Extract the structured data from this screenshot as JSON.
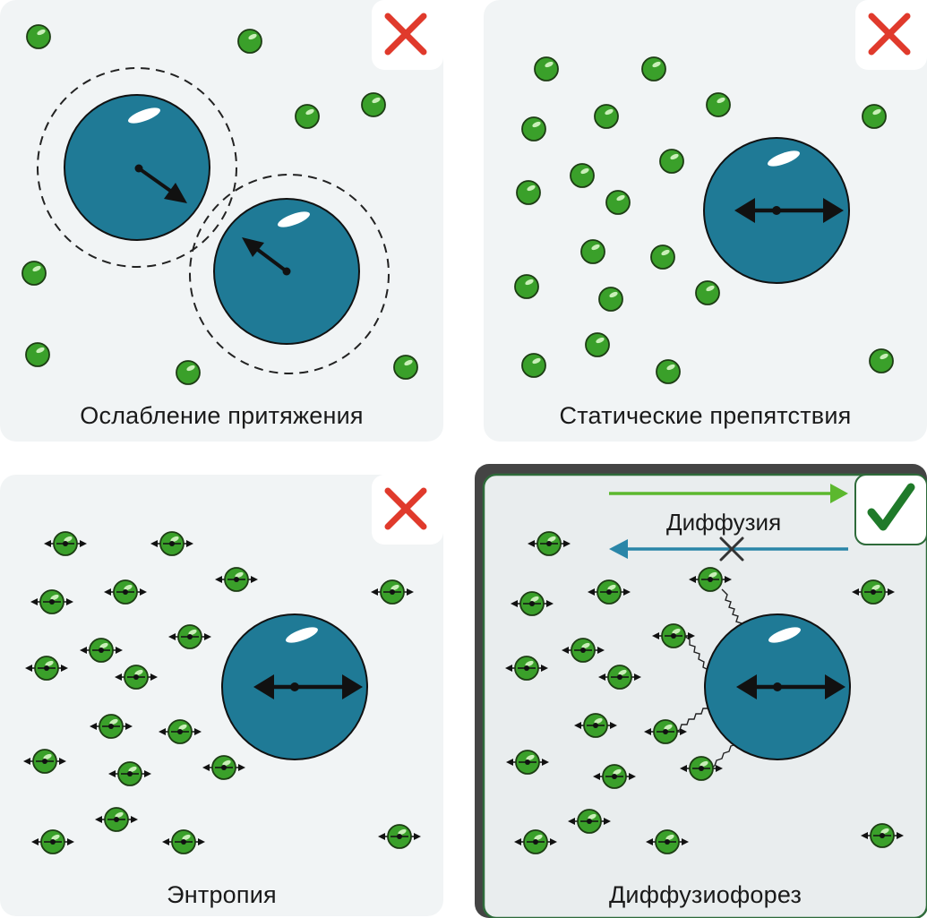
{
  "panels": [
    {
      "caption": "Ослабление притяжения",
      "verdict": "cross-icon"
    },
    {
      "caption": "Статические препятствия",
      "verdict": "cross-icon"
    },
    {
      "caption": "Энтропия",
      "verdict": "cross-icon"
    },
    {
      "caption": "Диффузиофорез",
      "verdict": "check-icon",
      "flow_label": "Диффузия"
    }
  ],
  "colors": {
    "panel_bg": "#f1f4f5",
    "panel_bg_selected": "#e9edee",
    "selected_border": "#2e6b3a",
    "colloid": "#1f7a96",
    "solute": "#3aa02a",
    "cross": "#e03a2c",
    "check": "#1f7a2a",
    "arrow_diffusion": "#5cb82e",
    "arrow_reverse": "#2a86a8"
  }
}
